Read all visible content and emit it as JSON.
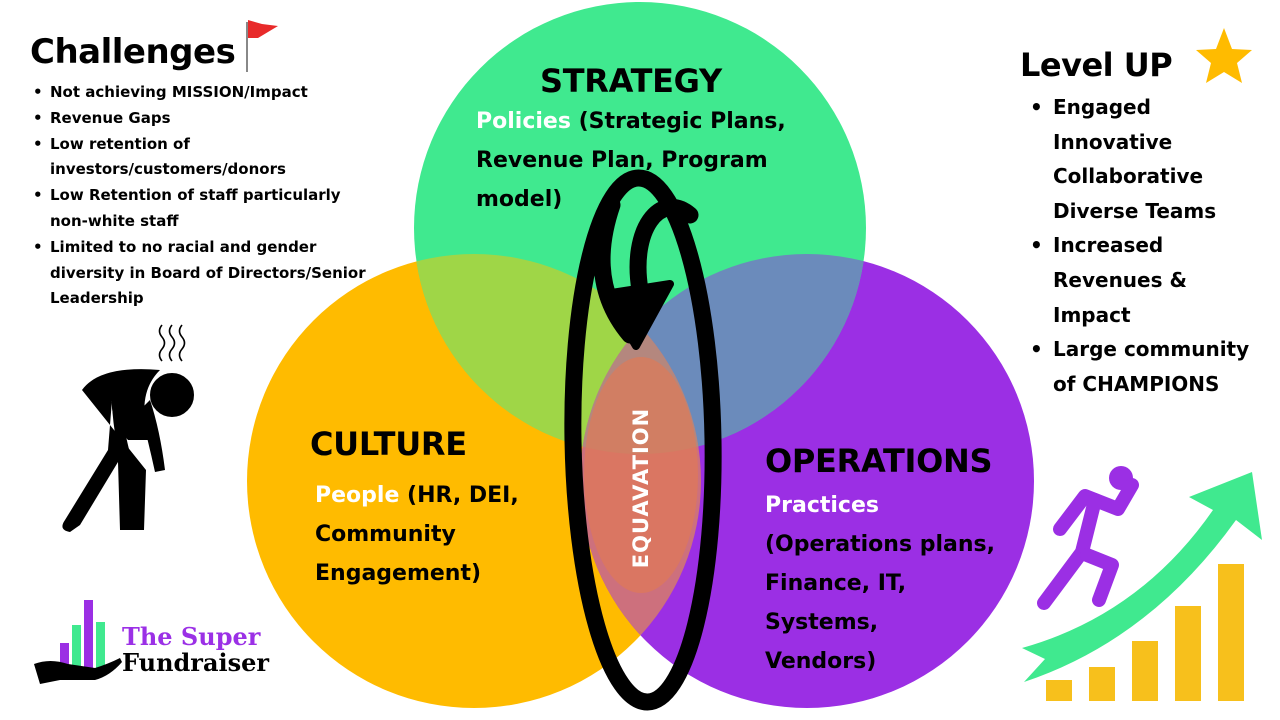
{
  "challenges": {
    "title": "Challenges",
    "icon": "flag-icon",
    "items": [
      "Not achieving MISSION/Impact",
      "Revenue Gaps",
      "Low retention of investors/customers/donors",
      "Low Retention of staff particularly non-white staff",
      "Limited to no racial and gender diversity in Board of Directors/Senior Leadership"
    ]
  },
  "level_up": {
    "title": "Level UP",
    "icon": "star-icon",
    "items": [
      "Engaged Innovative Collaborative Diverse Teams",
      "Increased Revenues & Impact",
      "Large community of CHAMPIONS"
    ]
  },
  "strategy": {
    "title": "STRATEGY",
    "highlight": "Policies",
    "body": " (Strategic Plans, Revenue Plan, Program model)",
    "color": "#40e98f"
  },
  "culture": {
    "title": "CULTURE",
    "highlight": "People",
    "body": " (HR, DEI, Community Engagement)",
    "color": "#ffbb00"
  },
  "operations": {
    "title": "OPERATIONS",
    "highlight": "Practices",
    "body": " (Operations plans, Finance, IT, Systems, Vendors)",
    "color": "#9b2fe4"
  },
  "center": {
    "label": "EQUAVATION"
  },
  "logo": {
    "line1": "The Super",
    "line2": "Fundraiser"
  },
  "icons": {
    "exhausted_person": "exhausted-person-icon",
    "running_person": "running-person-icon",
    "growth_arrow": "growth-arrow-icon",
    "growth_bars": "bar-growth-icon"
  },
  "colors": {
    "green": "#40e98f",
    "yellow": "#ffbb00",
    "purple": "#9b2fe4",
    "flag_red": "#e82a2a",
    "star_gold": "#ffbb00",
    "bar_gold": "#f7c01c"
  }
}
